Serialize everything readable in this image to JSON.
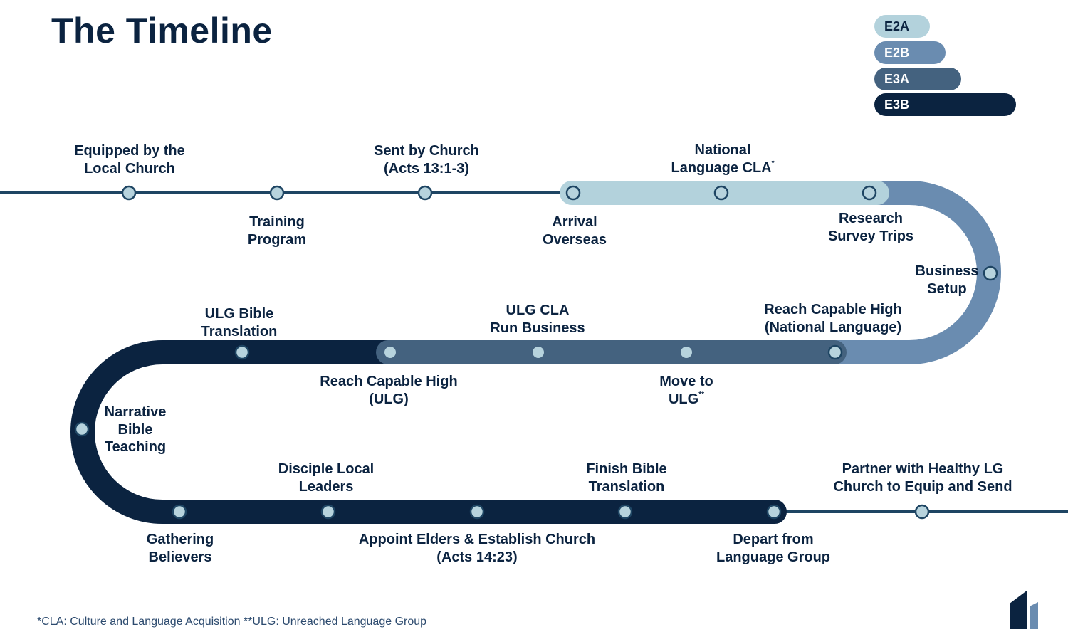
{
  "title": "The Timeline",
  "legend": [
    {
      "label": "E2A",
      "color": "#b3d2dc",
      "text_color": "#0b2340"
    },
    {
      "label": "E2B",
      "color": "#6a8cb0",
      "text_color": "#ffffff"
    },
    {
      "label": "E3A",
      "color": "#44627f",
      "text_color": "#ffffff"
    },
    {
      "label": "E3B",
      "color": "#0b2340",
      "text_color": "#ffffff"
    }
  ],
  "milestones": {
    "equipped": "Equipped by the\nLocal Church",
    "training": "Training\nProgram",
    "sent": "Sent by Church\n(Acts 13:1-3)",
    "arrival": "Arrival\nOverseas",
    "national_cla": "National\nLanguage CLA",
    "national_cla_mark": "*",
    "research": "Research\nSurvey Trips",
    "business_setup": "Business\nSetup",
    "reach_national": "Reach Capable High\n(National Language)",
    "move_ulg": "Move to\nULG",
    "move_ulg_mark": "**",
    "ulg_cla": "ULG CLA\nRun Business",
    "reach_ulg": "Reach Capable High\n(ULG)",
    "ulg_translation": "ULG Bible\nTranslation",
    "narrative": "Narrative\nBible\nTeaching",
    "gathering": "Gathering\nBelievers",
    "disciple": "Disciple Local\nLeaders",
    "appoint": "Appoint Elders & Establish Church\n(Acts 14:23)",
    "finish": "Finish Bible\nTranslation",
    "depart": "Depart from\nLanguage Group",
    "partner": "Partner with Healthy LG\nChurch to Equip and Send"
  },
  "footnote": "*CLA: Culture and Language Acquisition **ULG: Unreached Language Group",
  "colors": {
    "line": "#1e4563",
    "e2a": "#b3d2dc",
    "e2b": "#6a8cb0",
    "e3a": "#44627f",
    "e3b": "#0b2340",
    "node_fill": "#b7d3dd",
    "node_stroke": "#1e4563"
  },
  "icons": [
    "logo-icon"
  ]
}
